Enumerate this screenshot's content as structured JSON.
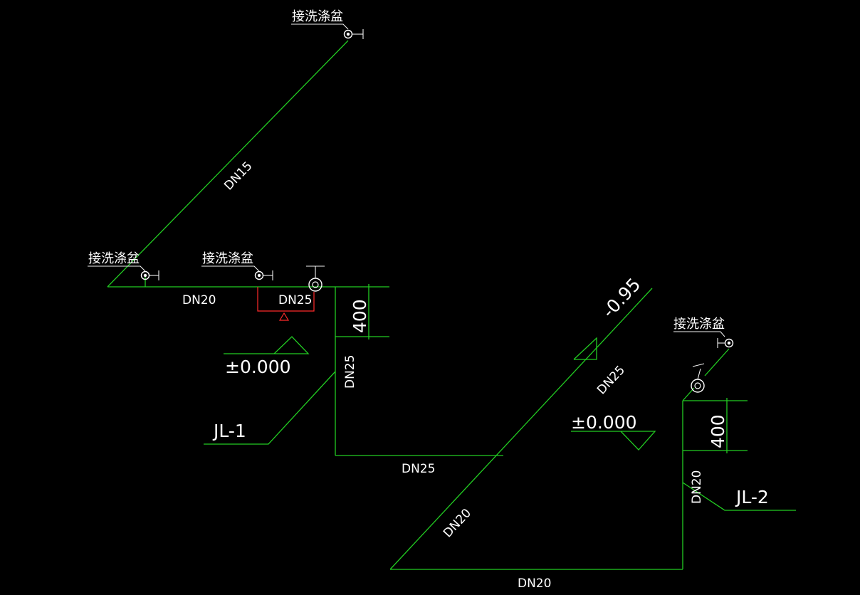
{
  "fixtures": {
    "sink_top": "接洗涤盆",
    "sink_left": "接洗涤盆",
    "sink_mid": "接洗涤盆",
    "sink_right": "接洗涤盆"
  },
  "pipe_labels": {
    "dn15_diag": "DN15",
    "dn20_top": "DN20",
    "dn25_top": "DN25",
    "dn25_vert": "DN25",
    "dn25_bottom": "DN25",
    "dn25_diag": "DN25",
    "dn20_diag": "DN20",
    "dn20_bottom": "DN20",
    "dn20_vert": "DN20"
  },
  "dimensions": {
    "dim_left": "400",
    "dim_right": "400"
  },
  "elevations": {
    "elev_left": "±0.000",
    "elev_right": "±0.000",
    "elev_diag": "-0.95"
  },
  "risers": {
    "jl1": "JL-1",
    "jl2": "JL-2"
  },
  "colors": {
    "background": "#000000",
    "pipe": "#22cc22",
    "text": "#ffffff",
    "leader": "#f0f0f0",
    "accent": "#ff2a2a"
  }
}
